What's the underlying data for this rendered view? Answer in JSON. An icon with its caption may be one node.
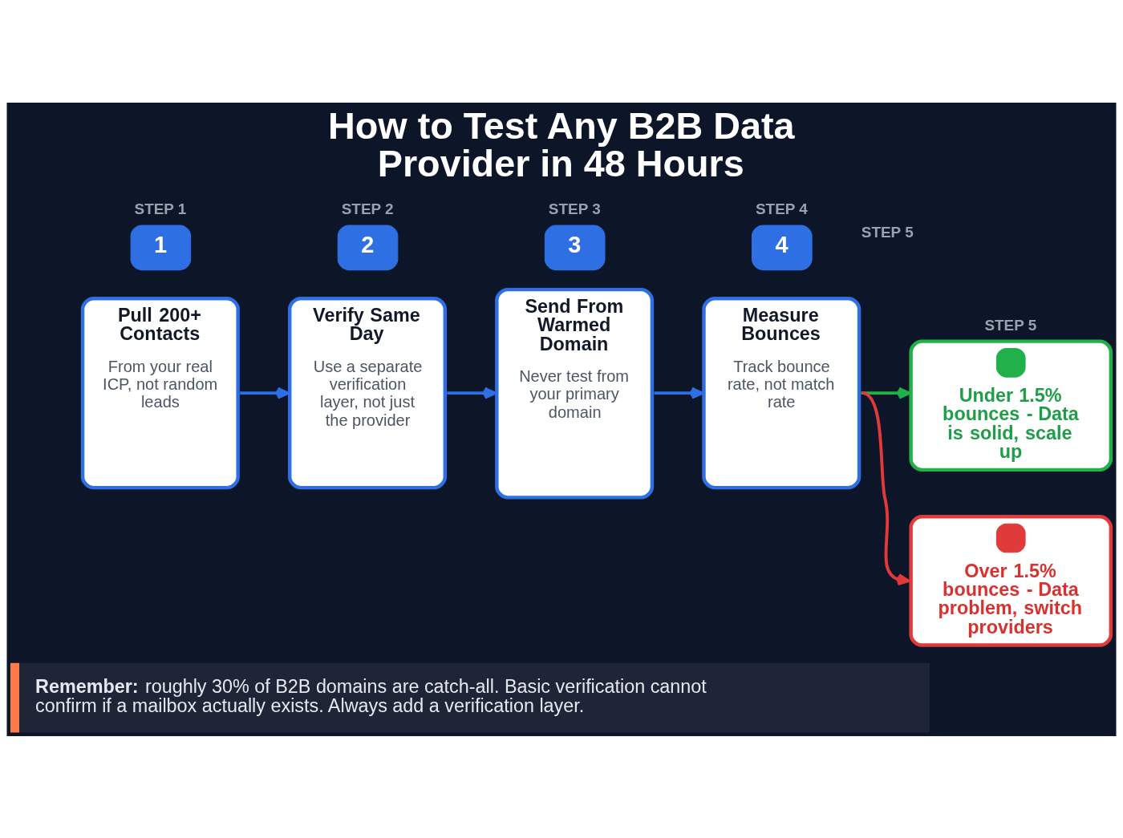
{
  "diagram": {
    "title": "How to Test Any B2B Data Provider in 48 Hours",
    "nodes": [
      {
        "text": [
          "1"
        ],
        "beside": [
          "STEP 1"
        ]
      },
      {
        "text": [
          "Pull 200+ Contacts",
          "From your real ICP, not random leads"
        ]
      },
      {
        "text": [
          "2"
        ],
        "beside": [
          "STEP 2"
        ]
      },
      {
        "text": [
          "Verify Same Day",
          "Use a separate verification layer, not just the provider"
        ]
      },
      {
        "text": [
          "3"
        ],
        "beside": [
          "STEP 3"
        ]
      },
      {
        "text": [
          "Send From Warmed Domain",
          "Never test from your primary domain"
        ]
      },
      {
        "text": [
          "4"
        ],
        "beside": [
          "STEP 4"
        ]
      },
      {
        "text": [
          "Measure Bounces",
          "Track bounce rate, not match rate"
        ]
      },
      {
        "text": [
          "Under 1.5% bounces - Data is solid, scale up"
        ],
        "beside": [
          "STEP 5"
        ]
      },
      {
        "text": [
          "Over 1.5% bounces - Data problem, switch providers"
        ]
      },
      {
        "text": [
          "**Remember:** roughly 30% of B2B domains are catch-all. Basic verification cannot confirm if a mailbox actually exists. Always add a verification layer."
        ]
      }
    ],
    "edges": [
      {
        "from": 1,
        "to": 3,
        "arrow": "to"
      },
      {
        "from": 3,
        "to": 5,
        "arrow": "to"
      },
      {
        "from": 5,
        "to": 7,
        "arrow": "to"
      },
      {
        "from": 7,
        "to": 8,
        "arrow": "to",
        "color": "#22b04b"
      },
      {
        "from": 7,
        "to": 9,
        "arrow": "to",
        "color": "#e03a3a"
      }
    ],
    "labels": [
      "STEP 5"
    ]
  }
}
